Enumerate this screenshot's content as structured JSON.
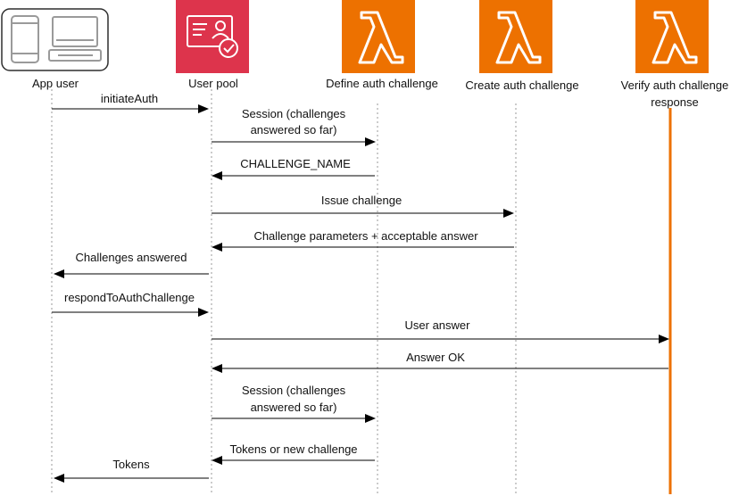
{
  "colors": {
    "lambda_orange": "#ED7100",
    "cognito_red": "#DD344C",
    "lifeline_gray": "#9a9a9a",
    "arrow": "#000000"
  },
  "participants": [
    {
      "id": "app-user",
      "label": "App user",
      "icon": "mobile-desktop-client-icon"
    },
    {
      "id": "user-pool",
      "label": "User pool",
      "icon": "cognito-user-pool-icon"
    },
    {
      "id": "define-auth",
      "label": "Define auth challenge",
      "icon": "lambda-icon"
    },
    {
      "id": "create-auth",
      "label": "Create auth challenge",
      "icon": "lambda-icon"
    },
    {
      "id": "verify-auth",
      "label_lines": [
        "Verify auth challenge",
        "response"
      ],
      "icon": "lambda-icon"
    }
  ],
  "messages": [
    {
      "from": "app-user",
      "to": "user-pool",
      "lines": [
        "initiateAuth"
      ]
    },
    {
      "from": "user-pool",
      "to": "define-auth",
      "lines": [
        "Session (challenges",
        "answered so far)"
      ]
    },
    {
      "from": "define-auth",
      "to": "user-pool",
      "lines": [
        "CHALLENGE_NAME"
      ]
    },
    {
      "from": "user-pool",
      "to": "create-auth",
      "lines": [
        "Issue challenge"
      ]
    },
    {
      "from": "create-auth",
      "to": "user-pool",
      "lines": [
        "Challenge parameters + acceptable answer"
      ]
    },
    {
      "from": "user-pool",
      "to": "app-user",
      "lines": [
        "Challenges answered"
      ]
    },
    {
      "from": "app-user",
      "to": "user-pool",
      "lines": [
        "respondToAuthChallenge"
      ]
    },
    {
      "from": "user-pool",
      "to": "verify-auth",
      "lines": [
        "User answer"
      ]
    },
    {
      "from": "verify-auth",
      "to": "user-pool",
      "lines": [
        "Answer OK"
      ]
    },
    {
      "from": "user-pool",
      "to": "define-auth",
      "lines": [
        "Session (challenges",
        "answered so far)"
      ]
    },
    {
      "from": "define-auth",
      "to": "user-pool",
      "lines": [
        "Tokens or new challenge"
      ]
    },
    {
      "from": "user-pool",
      "to": "app-user",
      "lines": [
        "Tokens"
      ]
    }
  ]
}
